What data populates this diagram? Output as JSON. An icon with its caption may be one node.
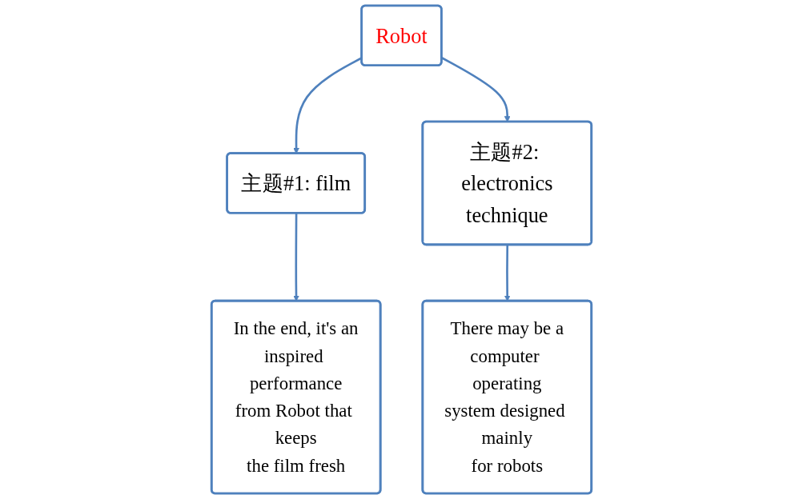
{
  "diagram": {
    "nodes": [
      {
        "text": [
          "Robot"
        ]
      },
      {
        "text": [
          "主题#1: film"
        ]
      },
      {
        "text": [
          "主题#2: electronics technique"
        ]
      },
      {
        "text": [
          "In the end, it's an inspired performance from Robot that keeps the film fresh"
        ]
      },
      {
        "text": [
          "There may be a computer operating system designed mainly for robots"
        ]
      }
    ],
    "edges": [
      {
        "from": 0,
        "to": 1,
        "arrow": "to"
      },
      {
        "from": 0,
        "to": 2,
        "arrow": "to"
      },
      {
        "from": 1,
        "to": 3,
        "arrow": "to"
      },
      {
        "from": 2,
        "to": 4,
        "arrow": "to"
      }
    ]
  }
}
